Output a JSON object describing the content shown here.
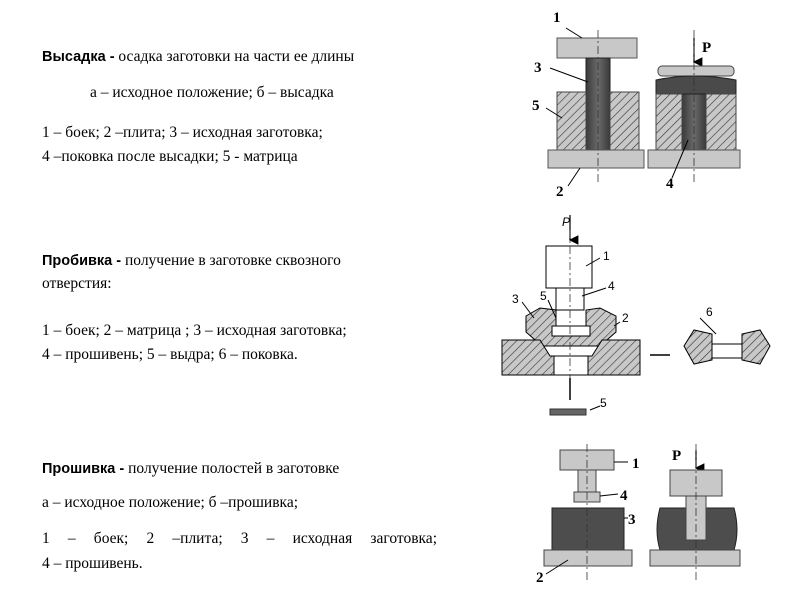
{
  "sections": [
    {
      "term": "Высадка -",
      "definition": " осадка заготовки на части ее длины",
      "states": "а – исходное положение; б – высадка",
      "legend_1": "1 – боек; 2 –плита; 3 – исходная заготовка;",
      "legend_2": "4 –поковка после высадки; 5 - матрица"
    },
    {
      "term": "Пробивка -",
      "definition": " получение в заготовке сквозного",
      "definition_2": "отверстия:",
      "legend_1": "1 – боек; 2 – матрица ; 3 – исходная заготовка;",
      "legend_2": "4 – прошивень; 5 – выдра; 6 – поковка."
    },
    {
      "term": "Прошивка -",
      "definition": " получение полостей в заготовке",
      "states": "а – исходное положение; б –прошивка;",
      "legend_1": "1 – боек; 2 –плита; 3 – исходная заготовка;",
      "legend_2": "4 – прошивень."
    }
  ],
  "diagram_labels": {
    "upsetting": {
      "n1": "1",
      "n2": "2",
      "n3": "3",
      "n4": "4",
      "n5": "5",
      "force": "P"
    },
    "piercing": {
      "n1": "1",
      "n2": "2",
      "n3": "3",
      "n4": "4",
      "n5": "5",
      "n5_bottom": "5",
      "n6": "6",
      "force": "P"
    },
    "punching": {
      "n1": "1",
      "n2": "2",
      "n3": "3",
      "n4": "4",
      "force": "P"
    }
  },
  "colors": {
    "light_gray": "#c8c8c8",
    "dark_gray": "#555555",
    "hatch": "#333333"
  }
}
